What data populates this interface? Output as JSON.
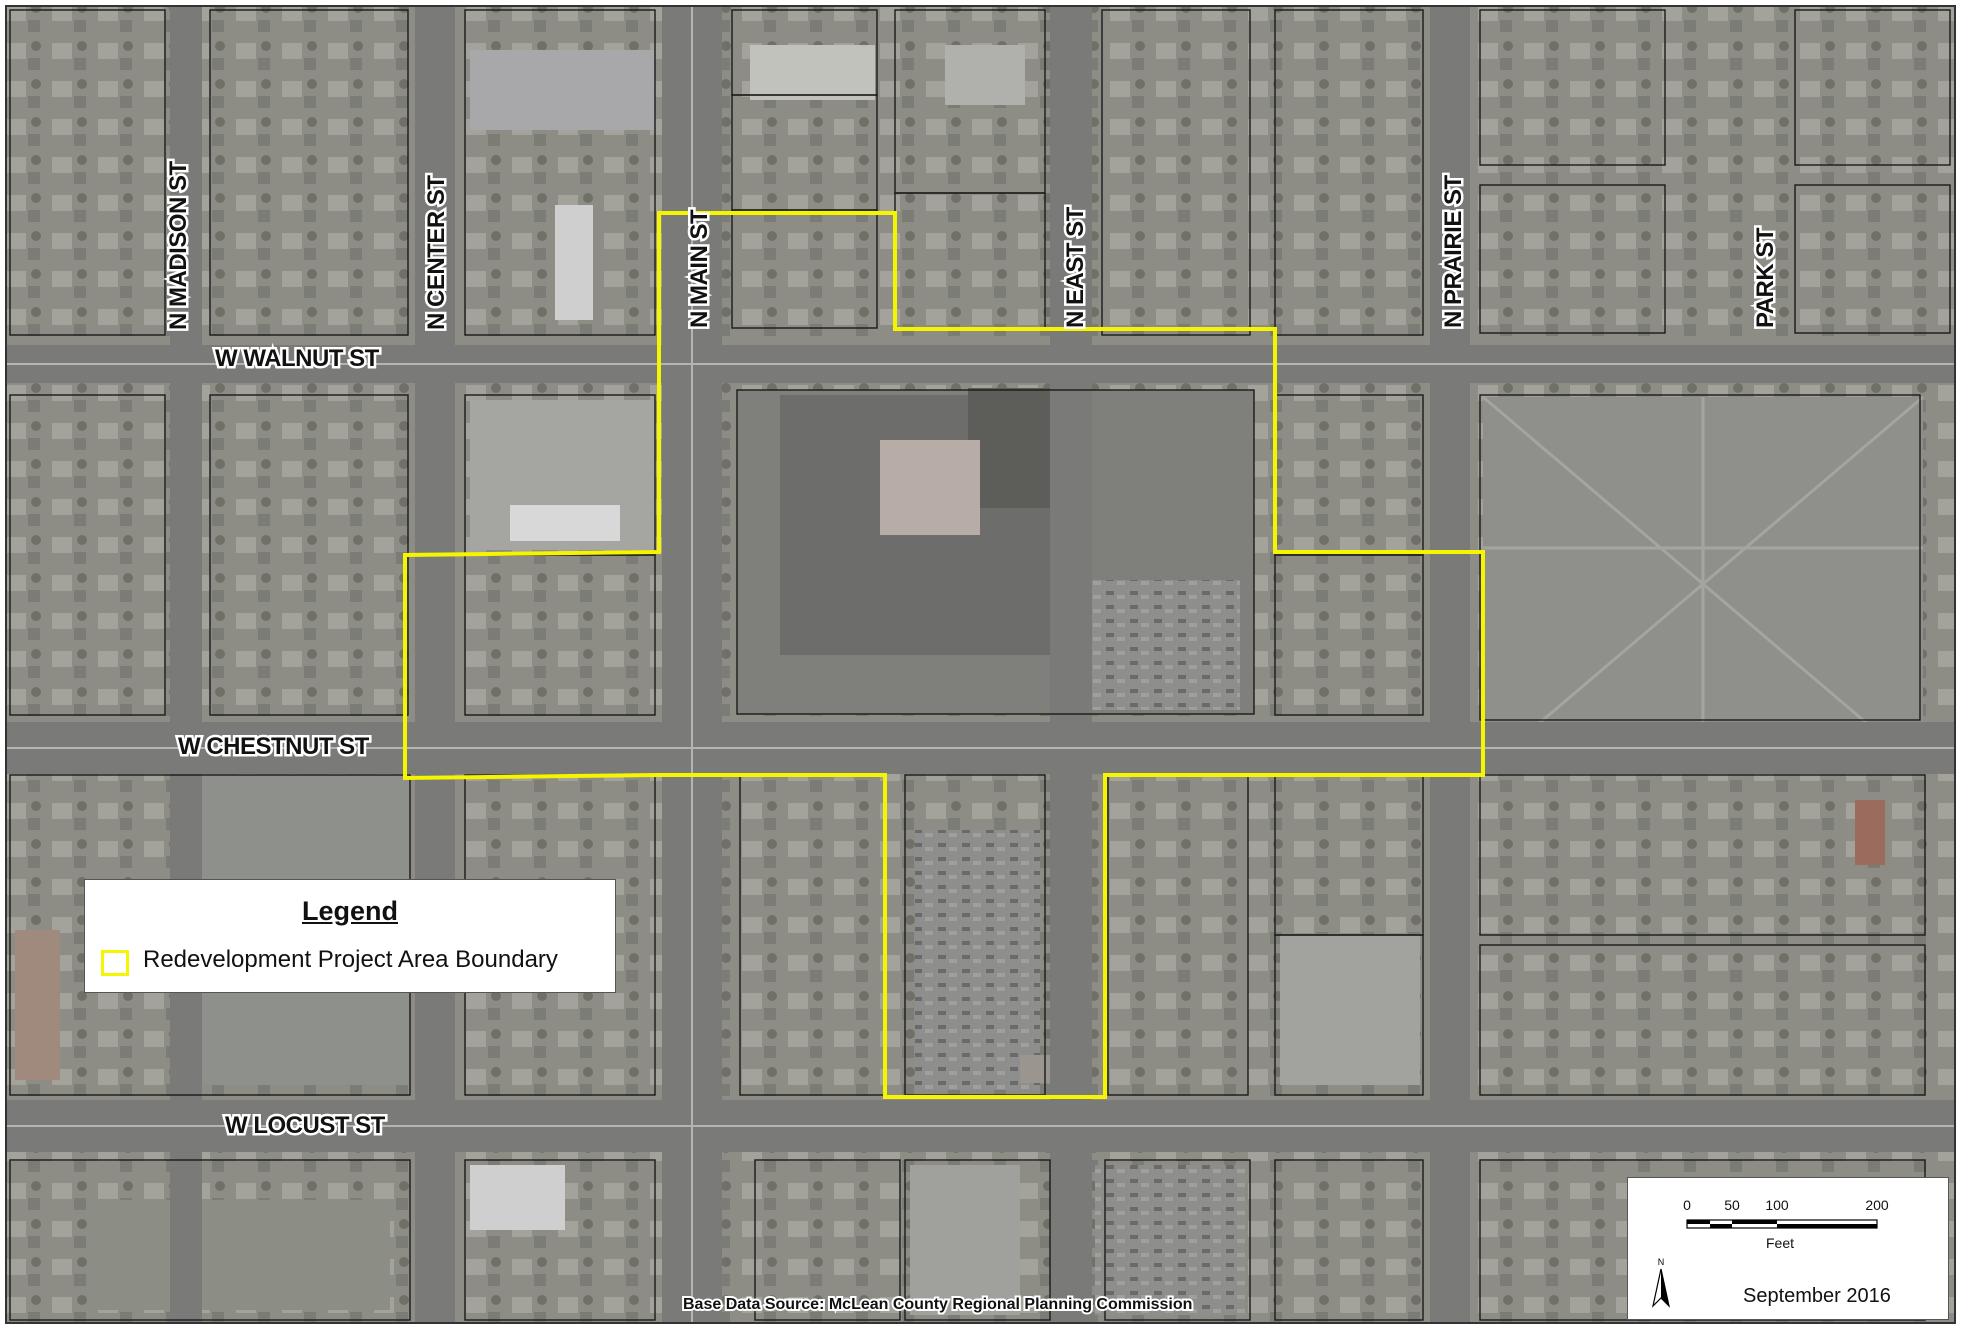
{
  "map": {
    "streets": {
      "n_madison": "N MADISON ST",
      "n_center": "N CENTER ST",
      "n_main": "N MAIN ST",
      "n_east": "N EAST ST",
      "n_prairie": "N PRAIRIE ST",
      "park": "PARK ST",
      "w_walnut": "W WALNUT ST",
      "w_chestnut": "W CHESTNUT ST",
      "w_locust": "W LOCUST ST"
    },
    "source": "Base Data Source: McLean County Regional Planning Commission",
    "boundary_color": "#f5f500"
  },
  "legend": {
    "title": "Legend",
    "items": [
      {
        "label": "Redevelopment Project Area Boundary"
      }
    ]
  },
  "scale": {
    "ticks": [
      "0",
      "50",
      "100",
      "200"
    ],
    "unit": "Feet",
    "north_label": "N"
  },
  "date": "September 2016"
}
